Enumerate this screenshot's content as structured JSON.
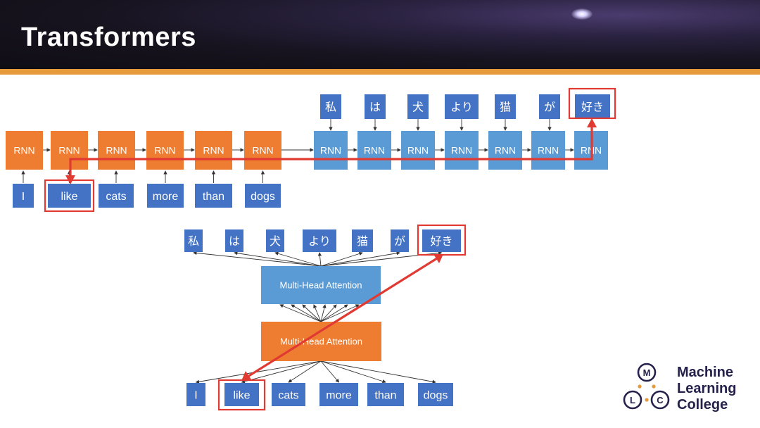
{
  "slide": {
    "title": "Transformers"
  },
  "rnn_diagram": {
    "encoder_label": "RNN",
    "decoder_label": "RNN",
    "encoder_count": 6,
    "decoder_count": 7,
    "inputs": [
      "I",
      "like",
      "cats",
      "more",
      "than",
      "dogs"
    ],
    "outputs": [
      "私",
      "は",
      "犬",
      "より",
      "猫",
      "が",
      "好き"
    ],
    "highlight_input_index": 1,
    "highlight_output_index": 6
  },
  "attention_diagram": {
    "decoder_label": "Multi-Head Attention",
    "encoder_label": "Multi-Head Attention",
    "inputs": [
      "I",
      "like",
      "cats",
      "more",
      "than",
      "dogs"
    ],
    "outputs": [
      "私",
      "は",
      "犬",
      "より",
      "猫",
      "が",
      "好き"
    ],
    "highlight_input_index": 1,
    "highlight_output_index": 6
  },
  "colors": {
    "orange": "#ee7d31",
    "light_blue": "#5b9bd5",
    "dark_blue": "#4472c4",
    "highlight": "#e03a32"
  },
  "logo": {
    "line1": "Machine",
    "line2": "Learning",
    "line3": "College",
    "letters": [
      "M",
      "L",
      "C"
    ]
  }
}
